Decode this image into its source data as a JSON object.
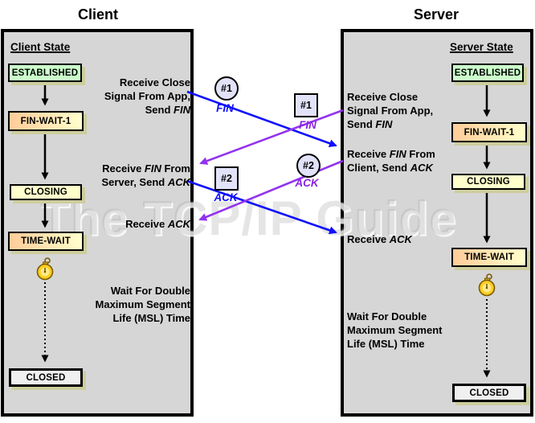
{
  "watermark": "The TCP/IP Guide",
  "client": {
    "title": "Client",
    "heading": "Client State",
    "states": {
      "established": "ESTABLISHED",
      "fin_wait_1": "FIN-WAIT-1",
      "closing": "CLOSING",
      "time_wait": "TIME-WAIT",
      "closed": "CLOSED"
    },
    "ann_close": {
      "l1": "Receive Close",
      "l2": "Signal From App,",
      "l3_pre": "Send ",
      "l3_it": "FIN"
    },
    "ann_recv_fin": {
      "l1_pre": "Receive ",
      "l1_it": "FIN",
      "l1_post": " From",
      "l2_pre": "Server, Send ",
      "l2_it": "ACK"
    },
    "ann_recv_ack": {
      "pre": "Receive ",
      "it": "ACK"
    },
    "ann_wait": {
      "l1": "Wait For Double",
      "l2": "Maximum Segment",
      "l3": "Life (MSL) Time"
    }
  },
  "server": {
    "title": "Server",
    "heading": "Server State",
    "states": {
      "established": "ESTABLISHED",
      "fin_wait_1": "FIN-WAIT-1",
      "closing": "CLOSING",
      "time_wait": "TIME-WAIT",
      "closed": "CLOSED"
    },
    "ann_close": {
      "l1": "Receive Close",
      "l2": "Signal From App,",
      "l3_pre": "Send ",
      "l3_it": "FIN"
    },
    "ann_recv_fin": {
      "l1_pre": "Receive ",
      "l1_it": "FIN",
      "l1_post": " From",
      "l2_pre": "Client, Send ",
      "l2_it": "ACK"
    },
    "ann_recv_ack": {
      "pre": "Receive ",
      "it": "ACK"
    },
    "ann_wait": {
      "l1": "Wait For Double",
      "l2": "Maximum Segment",
      "l3": "Life (MSL) Time"
    }
  },
  "messages": {
    "client_fin": {
      "marker": "#1",
      "label": "FIN",
      "shape": "circle",
      "color": "#0f0fff",
      "direction": "client-to-server"
    },
    "server_fin": {
      "marker": "#1",
      "label": "FIN",
      "shape": "square",
      "color": "#8c22e0",
      "direction": "server-to-client"
    },
    "client_ack": {
      "marker": "#2",
      "label": "ACK",
      "shape": "square",
      "color": "#0f0fff",
      "direction": "client-to-server"
    },
    "server_ack": {
      "marker": "#2",
      "label": "ACK",
      "shape": "circle",
      "color": "#8c22e0",
      "direction": "server-to-client"
    }
  },
  "colors": {
    "blue_arrow": "#0f0fff",
    "purple_arrow": "#9333ee",
    "state_green": "#ccffcc",
    "state_yellow": "#ffffcc",
    "state_orange": "#ffcc99",
    "panel_gray": "#d6d6d6",
    "marker_lavender": "#e2e2f8",
    "shadow_khaki": "#cdcd9e"
  }
}
